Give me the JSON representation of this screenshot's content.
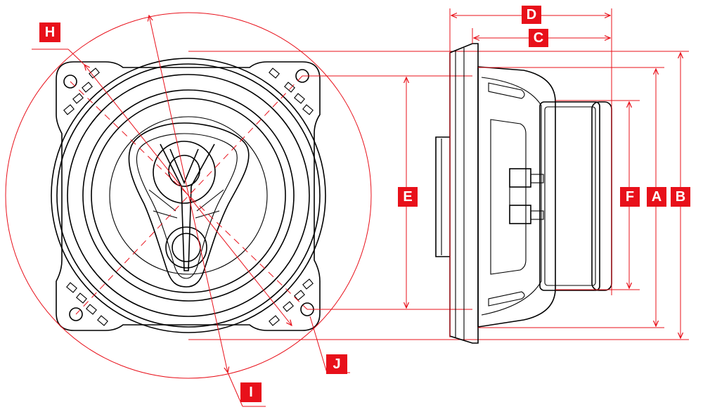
{
  "colors": {
    "accent": "#e8101a",
    "line": "#000000",
    "background": "#ffffff"
  },
  "labels": {
    "A": "A",
    "B": "B",
    "C": "C",
    "D": "D",
    "E": "E",
    "F": "F",
    "H": "H",
    "I": "I",
    "J": "J"
  }
}
